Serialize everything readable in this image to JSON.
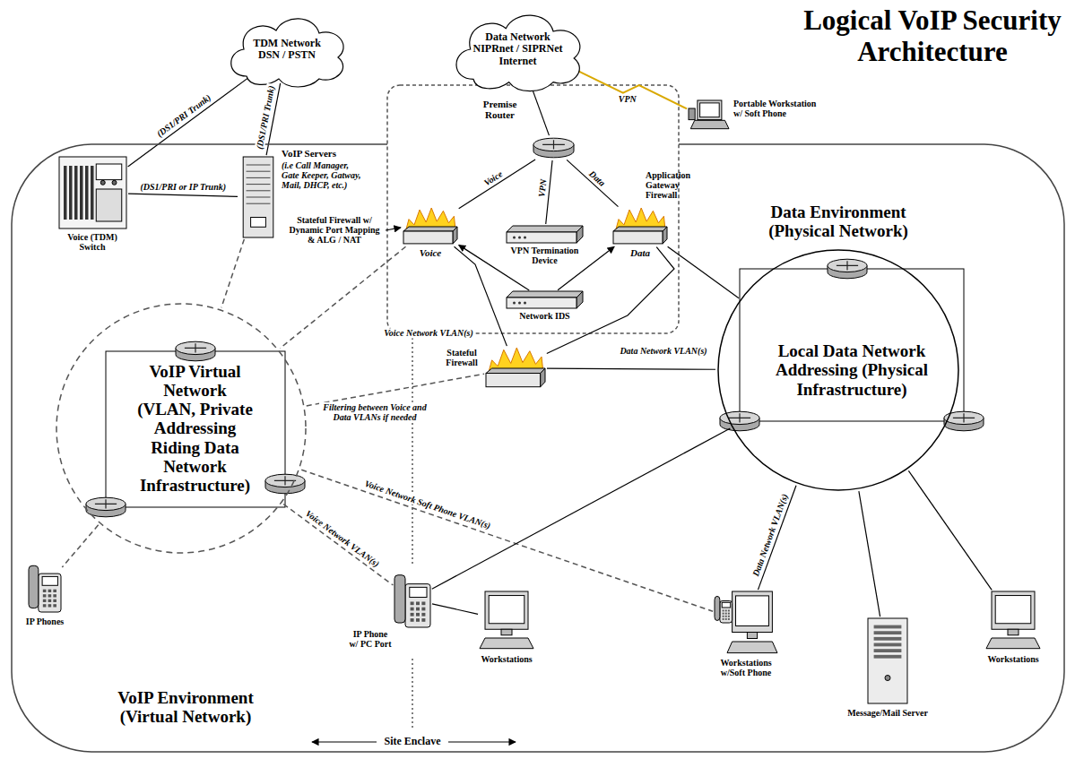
{
  "diagram": {
    "title": "Logical VoIP Security Architecture",
    "nodes": [
      {
        "text": [
          "VoIP Environment (Virtual Network)",
          "Data Environment (Physical Network)"
        ]
      },
      {
        "text": [
          "TDM Network DSN / PSTN"
        ]
      },
      {
        "text": [
          "Data Network NIPRnet / SIPRNet Internet"
        ]
      },
      {
        "text": [
          "Portable Workstation w/ Soft Phone"
        ]
      },
      {
        "text": [
          "Voice (TDM) Switch"
        ],
        "in": 0
      },
      {
        "text": [
          "VoIP Servers",
          "(i.e Call Manager, Gate Keeper, Gatway, Mail, DHCP, etc.)"
        ],
        "in": 0
      },
      {
        "text": [
          "Premise Router"
        ],
        "in": 0
      },
      {
        "text": [
          "Voice"
        ],
        "in": 0
      },
      {
        "text": [
          "VPN Termination Device"
        ],
        "in": 0
      },
      {
        "text": [
          "Application Gateway Firewall",
          "Data"
        ],
        "in": 0
      },
      {
        "text": [
          "Network IDS"
        ],
        "in": 0
      },
      {
        "text": [
          "Stateful Firewall"
        ],
        "in": 0
      },
      {
        "text": [
          "VoIP Virtual Network (VLAN, Private Addressing Riding Data Network Infrastructure)"
        ],
        "in": 0
      },
      {
        "text": [
          "Local Data Network Addressing (Physical Infrastructure)"
        ],
        "in": 0
      },
      {
        "text": [
          "IP Phones"
        ],
        "in": 0
      },
      {
        "text": [
          "IP Phone w/ PC Port"
        ],
        "in": 0
      },
      {
        "text": [
          "Workstations"
        ],
        "in": 0
      },
      {
        "text": [
          "Workstations w/Soft Phone"
        ],
        "in": 0
      },
      {
        "text": [
          "Message/Mail Server"
        ],
        "in": 0
      },
      {
        "text": [
          "Workstations"
        ],
        "in": 0
      }
    ],
    "edges": [
      {
        "from": 1,
        "to": 4,
        "arrow": "none",
        "label": "(DS1/PRI Trunk)"
      },
      {
        "from": 1,
        "to": 5,
        "arrow": "none",
        "label": "(DS1/PRI Trunk)"
      },
      {
        "from": 4,
        "to": 5,
        "arrow": "none",
        "label": "(DS1/PRI or IP Trunk)"
      },
      {
        "from": 2,
        "to": 6,
        "arrow": "none"
      },
      {
        "from": 3,
        "to": 2,
        "arrow": "none",
        "label": "VPN"
      },
      {
        "from": 6,
        "to": 7,
        "arrow": "none",
        "label": "Voice"
      },
      {
        "from": 6,
        "to": 8,
        "arrow": "none",
        "label": "VPN"
      },
      {
        "from": 6,
        "to": 9,
        "arrow": "none",
        "label": "Data"
      },
      {
        "from": 10,
        "to": 7,
        "arrow": "to"
      },
      {
        "from": 10,
        "to": 9,
        "arrow": "to"
      },
      {
        "from": 5,
        "to": 12,
        "arrow": "none"
      },
      {
        "from": 7,
        "to": 12,
        "arrow": "none"
      },
      {
        "from": 7,
        "to": 11,
        "arrow": "none",
        "label": "Voice Network VLAN(s)"
      },
      {
        "from": 9,
        "to": 11,
        "arrow": "none",
        "label": "Data Network VLAN(s)"
      },
      {
        "from": 9,
        "to": 13,
        "arrow": "none"
      },
      {
        "from": 12,
        "to": 11,
        "arrow": "none",
        "label": "Filtering between Voice and Data VLANs if needed"
      },
      {
        "from": 11,
        "to": 13,
        "arrow": "none"
      },
      {
        "from": 12,
        "to": 14,
        "arrow": "none"
      },
      {
        "from": 12,
        "to": 15,
        "arrow": "none",
        "label": "Voice Network VLAN(s)"
      },
      {
        "from": 12,
        "to": 17,
        "arrow": "none",
        "label": "Voice Network Soft Phone VLAN(s)"
      },
      {
        "from": 13,
        "to": 15,
        "arrow": "none"
      },
      {
        "from": 13,
        "to": 17,
        "arrow": "none",
        "label": "Data Network VLAN(s)"
      },
      {
        "from": 13,
        "to": 18,
        "arrow": "none"
      },
      {
        "from": 13,
        "to": 19,
        "arrow": "none"
      },
      {
        "from": 15,
        "to": 16,
        "arrow": "none"
      }
    ],
    "labels": [
      "Stateful Firewall w/ Dynamic Port Mapping & ALG / NAT",
      "Site Enclave"
    ]
  }
}
